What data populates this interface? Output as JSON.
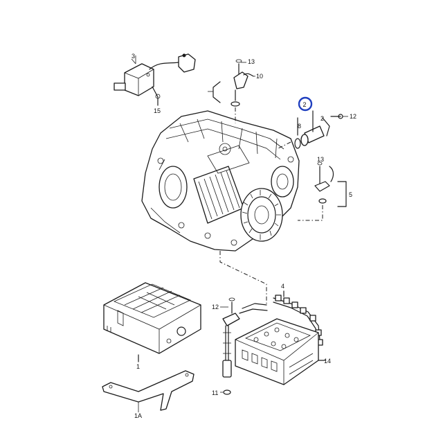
{
  "diagram": {
    "callouts": [
      "1",
      "1A",
      "2",
      "3",
      "4",
      "5",
      "8",
      "10",
      "11",
      "12",
      "12",
      "13",
      "13",
      "14",
      "15"
    ],
    "highlight_color": "#1f3fbf",
    "line_color": "#1a1a1a",
    "background": "#ffffff"
  }
}
